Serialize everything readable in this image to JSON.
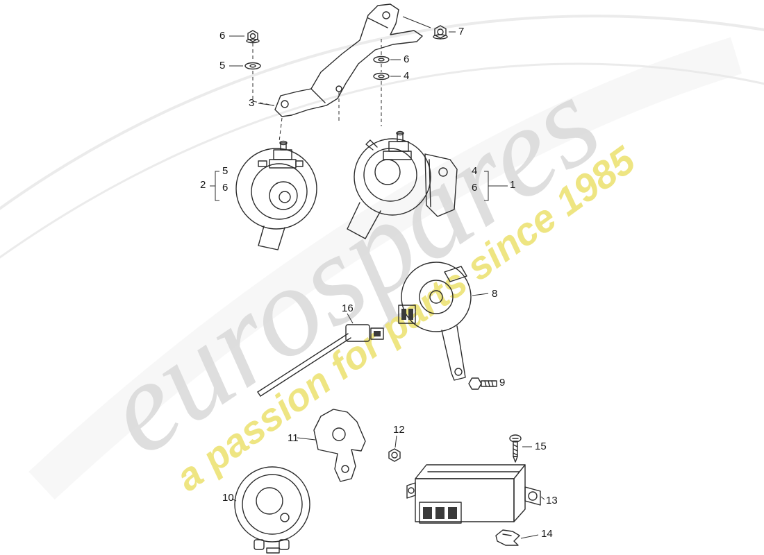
{
  "watermark": {
    "brand": "eurospares",
    "tagline": "a passion for parts since 1985",
    "brand_color": "#dbdbdb",
    "tagline_color": "#eee47c"
  },
  "callouts": [
    {
      "part": "hex-nut-top",
      "label": "6"
    },
    {
      "part": "hex-nut-right",
      "label": "7"
    },
    {
      "part": "washer-top",
      "label": "5"
    },
    {
      "part": "washer-right-upper",
      "label": "6"
    },
    {
      "part": "washer-right-lower",
      "label": "4"
    },
    {
      "part": "mounting-bracket",
      "label": "3"
    },
    {
      "part": "fanfare-horn-left",
      "label": "2"
    },
    {
      "part": "horn-left-sub-upper",
      "label": "5"
    },
    {
      "part": "horn-left-sub-lower",
      "label": "6"
    },
    {
      "part": "horn-right-sub-upper",
      "label": "4"
    },
    {
      "part": "horn-right-sub-lower",
      "label": "6"
    },
    {
      "part": "fanfare-horn-right",
      "label": "1"
    },
    {
      "part": "disc-horn",
      "label": "8"
    },
    {
      "part": "sensor-lead",
      "label": "16"
    },
    {
      "part": "hex-bolt",
      "label": "9"
    },
    {
      "part": "alarm-bracket",
      "label": "11"
    },
    {
      "part": "hex-nut-small",
      "label": "12"
    },
    {
      "part": "tapping-screw",
      "label": "15"
    },
    {
      "part": "alarm-horn",
      "label": "10"
    },
    {
      "part": "control-unit",
      "label": "13"
    },
    {
      "part": "speed-nut-clip",
      "label": "14"
    }
  ]
}
